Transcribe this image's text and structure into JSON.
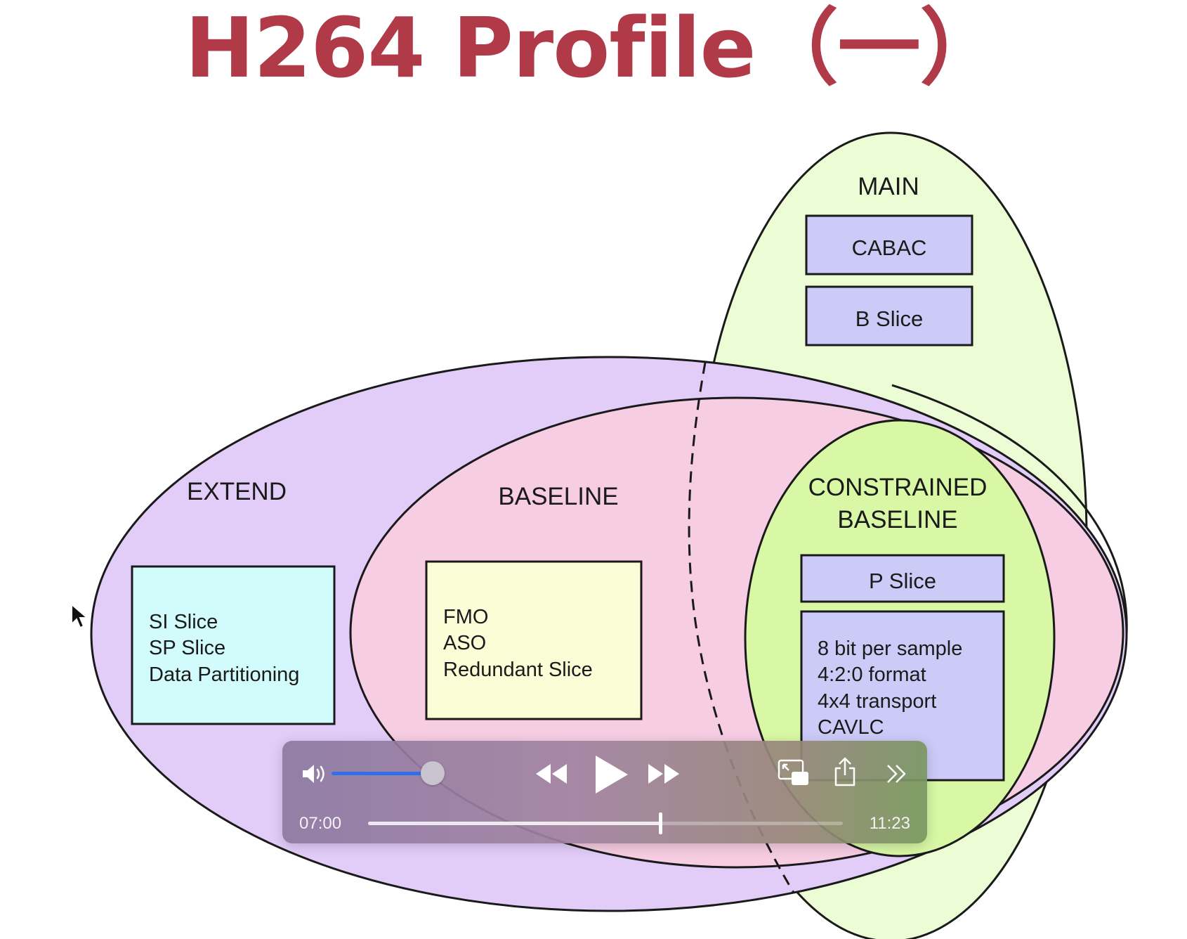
{
  "title": "H264 Profile（一）",
  "diagram": {
    "main": {
      "label": "MAIN",
      "items": [
        "CABAC",
        "B Slice"
      ]
    },
    "extend": {
      "label": "EXTEND",
      "features": [
        "SI Slice",
        "SP Slice",
        "Data Partitioning"
      ]
    },
    "baseline": {
      "label": "BASELINE",
      "features": [
        "FMO",
        "ASO",
        "Redundant Slice"
      ]
    },
    "constrained_baseline": {
      "label_line1": "CONSTRAINED",
      "label_line2": "BASELINE",
      "p_slice": "P Slice",
      "features": [
        "8 bit per sample",
        "4:2:0 format",
        "4x4 transport",
        "CAVLC"
      ]
    },
    "colors": {
      "title": "#b03a48",
      "main": "#ecfcd4",
      "extend": "#e2cdf8",
      "baseline": "#f6cde3",
      "constrained": "#d8f8a6",
      "box_blue": "#cccbf8",
      "box_cyan": "#d2fcfc",
      "box_yellow": "#fbfdd6"
    }
  },
  "player": {
    "current_time": "07:00",
    "total_time": "11:23",
    "progress_fraction": 0.615,
    "volume_fraction": 0.9,
    "icons": {
      "volume": "speaker-volume-icon",
      "rewind": "rewind-icon",
      "play": "play-icon",
      "forward": "fast-forward-icon",
      "pip": "picture-in-picture-icon",
      "share": "share-icon",
      "more": "more-chevrons-icon"
    },
    "accent_color": "#2f6fe8"
  }
}
